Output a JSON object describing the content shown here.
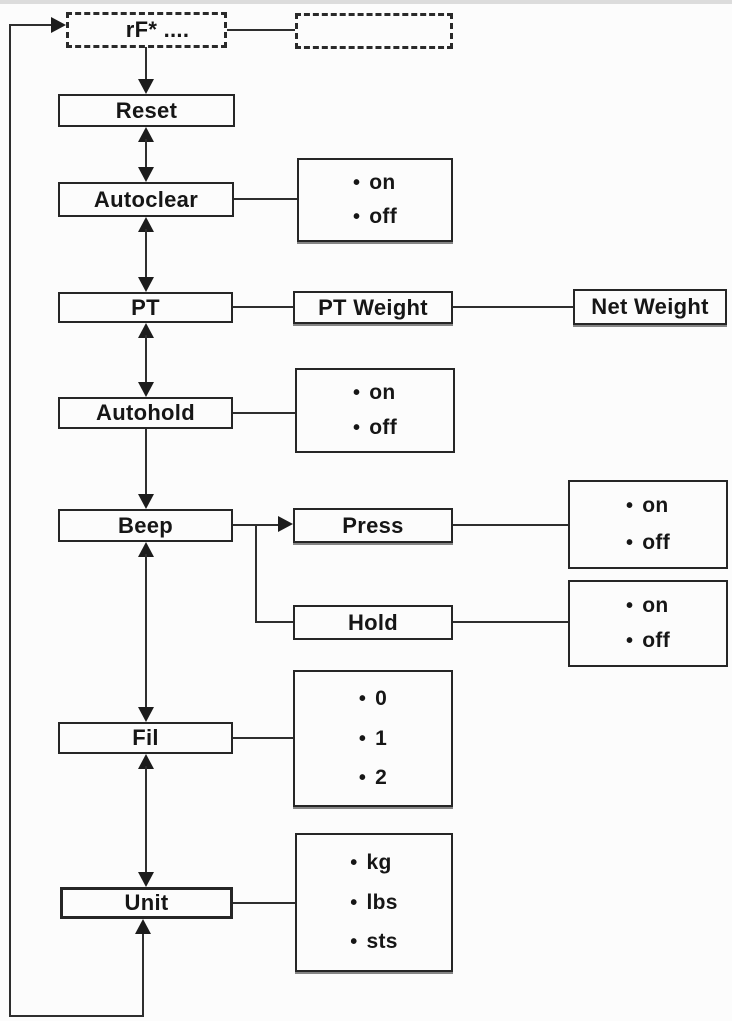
{
  "flowchart": {
    "bullet": "•",
    "nodes": {
      "rf": "rF* ....",
      "reset": "Reset",
      "autoclear": "Autoclear",
      "pt": "PT",
      "pt_weight": "PT Weight",
      "net_weight": "Net Weight",
      "autohold": "Autohold",
      "beep": "Beep",
      "press": "Press",
      "hold": "Hold",
      "fil": "Fil",
      "unit": "Unit"
    },
    "options": {
      "autoclear": [
        "on",
        "off"
      ],
      "autohold": [
        "on",
        "off"
      ],
      "press": [
        "on",
        "off"
      ],
      "hold": [
        "on",
        "off"
      ],
      "fil": [
        "0",
        "1",
        "2"
      ],
      "unit": [
        "kg",
        "lbs",
        "sts"
      ]
    }
  }
}
